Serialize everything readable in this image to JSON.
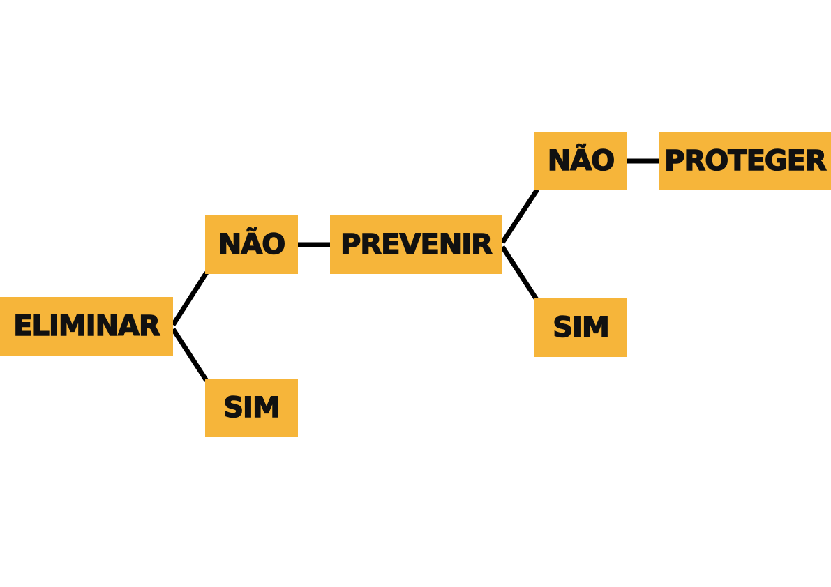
{
  "colors": {
    "node_fill": "#F6B53A",
    "connector": "#000000",
    "text": "#111111",
    "background": "#FFFFFF"
  },
  "nodes": {
    "eliminar": "ELIMINAR",
    "nao_1": "NÃO",
    "sim_1": "SIM",
    "prevenir": "PREVENIR",
    "nao_2": "NÃO",
    "sim_2": "SIM",
    "proteger": "PROTEGER"
  },
  "edges": [
    {
      "from": "eliminar",
      "to": "nao_1"
    },
    {
      "from": "eliminar",
      "to": "sim_1"
    },
    {
      "from": "nao_1",
      "to": "prevenir"
    },
    {
      "from": "prevenir",
      "to": "nao_2"
    },
    {
      "from": "prevenir",
      "to": "sim_2"
    },
    {
      "from": "nao_2",
      "to": "proteger"
    }
  ]
}
